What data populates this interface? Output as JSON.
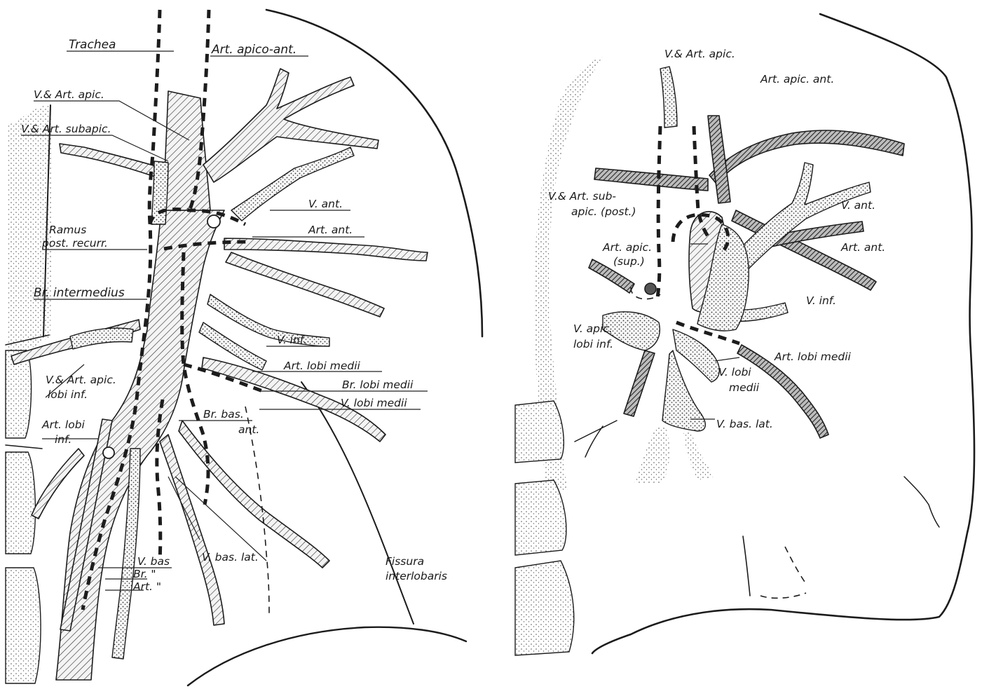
{
  "left_panel": {
    "labels": {
      "trachea": "Trachea",
      "v_art_apic": "V.& Art. apic.",
      "v_art_subapic": "V.& Art. subapic.",
      "ramus_1": "Ramus",
      "ramus_2": "post. recurr.",
      "br_intermedius": "Br. intermedius",
      "v_art_apic_lobi_inf_1": "V.& Art. apic.",
      "v_art_apic_lobi_inf_2": "lobi inf.",
      "art_lobi_inf_1": "Art. lobi",
      "art_lobi_inf_2": "inf.",
      "art_apico_ant": "Art. apico-ant.",
      "v_ant": "V. ant.",
      "art_ant": "Art. ant.",
      "v_inf": "V. inf.",
      "art_lobi_medii": "Art. lobi medii",
      "br_lobi_medii": "Br. lobi medii",
      "v_lobi_medii": "V. lobi medii",
      "br_bas_ant_1": "Br. bas.",
      "br_bas_ant_2": "ant.",
      "v_bas": "V. bas",
      "br_ditto": "Br. \"",
      "art_ditto": "Art. \"",
      "v_bas_lat": "V. bas. lat.",
      "fissura_1": "Fissura",
      "fissura_2": "interlobaris"
    }
  },
  "right_panel": {
    "labels": {
      "v_art_apic": "V.& Art. apic.",
      "art_apic_ant": "Art. apic. ant.",
      "v_art_sub_1": "V.& Art. sub-",
      "v_art_sub_2": "apic. (post.)",
      "art_apic_sup_1": "Art. apic.",
      "art_apic_sup_2": "(sup.)",
      "v_ant": "V. ant.",
      "art_ant": "Art. ant.",
      "v_inf": "V. inf.",
      "v_apic_lobi_inf_1": "V. apic.",
      "v_apic_lobi_inf_2": "lobi inf.",
      "v_lobi_medii_1": "V. lobi",
      "v_lobi_medii_2": "medii",
      "art_lobi_medii": "Art. lobi medii",
      "v_bas_lat": "V. bas. lat."
    }
  }
}
